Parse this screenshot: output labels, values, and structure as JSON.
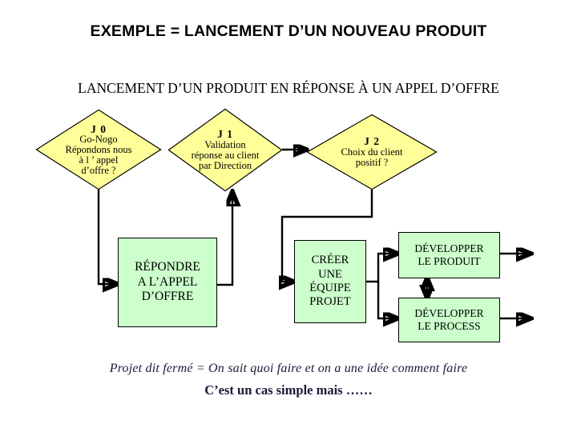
{
  "slide": {
    "title": "EXEMPLE = LANCEMENT D’UN NOUVEAU PRODUIT",
    "subtitle": "LANCEMENT D’UN PRODUIT EN RÉPONSE À UN APPEL D’OFFRE",
    "footer_line1": "Projet dit fermé  = On sait quoi faire et on a une idée  comment faire",
    "footer_line2": "C’est un cas simple  mais ……",
    "background": "#ffffff"
  },
  "colors": {
    "decision_fill": "#ffff99",
    "process_fill": "#ccffcc",
    "outline": "#000000",
    "title_text": "#000000",
    "footer_text": "#1a1a3a"
  },
  "decisions": [
    {
      "id": "J 0",
      "lines": [
        "Go-Nogo",
        "Répondons nous",
        "à l ’ appel",
        "d’offre ?"
      ]
    },
    {
      "id": "J 1",
      "lines": [
        "Validation",
        "réponse au client",
        "par Direction"
      ]
    },
    {
      "id": "J 2",
      "lines": [
        "Choix du client",
        "positif ?"
      ]
    }
  ],
  "processes": [
    {
      "key": "repondre",
      "lines": [
        "RÉPONDRE",
        "A L’APPEL",
        "D’OFFRE"
      ]
    },
    {
      "key": "creer",
      "lines": [
        "CRÉER",
        "UNE",
        "ÉQUIPE",
        "PROJET"
      ]
    },
    {
      "key": "produit",
      "lines": [
        "DÉVELOPPER",
        "LE PRODUIT"
      ]
    },
    {
      "key": "process",
      "lines": [
        "DÉVELOPPER",
        "LE PROCESS"
      ]
    }
  ],
  "connectors": [
    {
      "name": "j0-to-repondre",
      "from": "J 0",
      "to": "RÉPONDRE A L’APPEL D’OFFRE",
      "style": "elbow-arrow"
    },
    {
      "name": "repondre-to-j1",
      "from": "RÉPONDRE A L’APPEL D’OFFRE",
      "to": "J 1",
      "style": "elbow-arrow"
    },
    {
      "name": "j1-to-j2",
      "from": "J 1",
      "to": "J 2",
      "style": "straight-arrow"
    },
    {
      "name": "j2-to-creer",
      "from": "J 2",
      "to": "CRÉER UNE ÉQUIPE PROJET",
      "style": "elbow-arrow"
    },
    {
      "name": "creer-to-produit",
      "from": "CRÉER UNE ÉQUIPE PROJET",
      "to": "DÉVELOPPER LE PRODUIT",
      "style": "elbow-arrow"
    },
    {
      "name": "creer-to-process",
      "from": "CRÉER UNE ÉQUIPE PROJET",
      "to": "DÉVELOPPER LE PROCESS",
      "style": "elbow-arrow"
    },
    {
      "name": "produit-process-link",
      "from": "DÉVELOPPER LE PRODUIT",
      "to": "DÉVELOPPER LE PROCESS",
      "style": "double-arrow"
    },
    {
      "name": "produit-exit",
      "from": "DÉVELOPPER LE PRODUIT",
      "to": "",
      "style": "straight-arrow"
    },
    {
      "name": "process-exit",
      "from": "DÉVELOPPER LE PROCESS",
      "to": "",
      "style": "straight-arrow"
    }
  ]
}
